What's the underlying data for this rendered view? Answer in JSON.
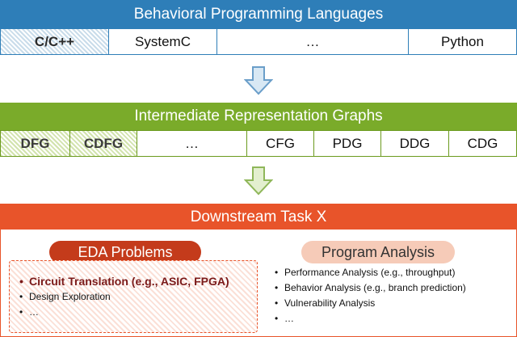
{
  "colors": {
    "blue": "#2e7eb8",
    "green": "#7aab2a",
    "orange": "#e8542a"
  },
  "tier1": {
    "title": "Behavioral Programming Languages",
    "cells": [
      "C/C++",
      "SystemC",
      "…",
      "Python"
    ]
  },
  "tier2": {
    "title": "Intermediate Representation Graphs",
    "cells": [
      "DFG",
      "CDFG",
      "…",
      "CFG",
      "PDG",
      "DDG",
      "CDG"
    ]
  },
  "tier3": {
    "title": "Downstream Task X",
    "eda": {
      "title": "EDA Problems",
      "items": [
        "Circuit Translation (e.g., ASIC, FPGA)",
        "Design Exploration",
        "…"
      ]
    },
    "pa": {
      "title": "Program Analysis",
      "items": [
        "Performance Analysis (e.g., throughput)",
        "Behavior Analysis (e.g., branch prediction)",
        "Vulnerability Analysis",
        "…"
      ]
    }
  }
}
